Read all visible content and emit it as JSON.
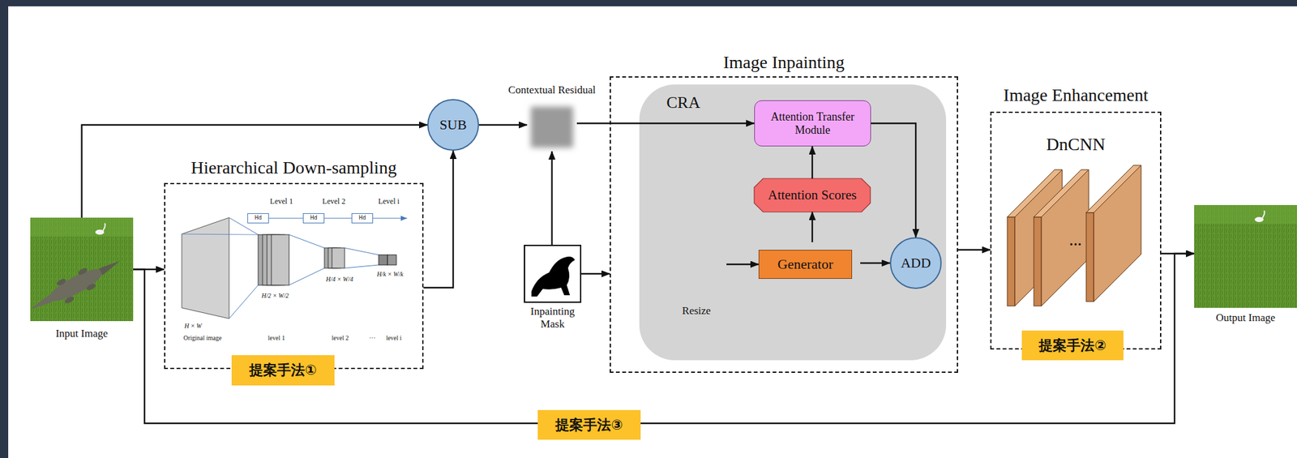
{
  "diagram": {
    "nodes": [
      {
        "text": [
          "Input Image"
        ]
      },
      {
        "text": [
          "Hierarchical Down-sampling"
        ]
      },
      {
        "text": [
          "Hd"
        ],
        "in": 1
      },
      {
        "text": [
          "Hd"
        ],
        "in": 1
      },
      {
        "text": [
          "Hd"
        ],
        "in": 1
      },
      {
        "text": [
          "提案手法①"
        ],
        "in": 1
      },
      {
        "text": [
          "SUB"
        ]
      },
      {
        "text": [
          "Contextual Residual"
        ]
      },
      {
        "text": [
          "Inpainting Mask"
        ]
      },
      {
        "text": [
          "Image Inpainting"
        ]
      },
      {
        "text": [
          "CRA"
        ],
        "in": 9
      },
      {
        "text": [
          "Attention Transfer Module"
        ],
        "in": 10
      },
      {
        "text": [
          "Attention Scores"
        ],
        "in": 10
      },
      {
        "text": [
          "Resize"
        ],
        "in": 10
      },
      {
        "text": [
          "Generator"
        ],
        "in": 10
      },
      {
        "text": [
          "ADD"
        ],
        "in": 10
      },
      {
        "text": [
          "Image Enhancement",
          "DnCNN"
        ]
      },
      {
        "text": [
          "提案手法②"
        ],
        "in": 16
      },
      {
        "text": [
          "Output Image"
        ]
      }
    ],
    "edges": [
      {
        "from": 0,
        "to": 6,
        "arrow": "to"
      },
      {
        "from": 0,
        "to": 1,
        "arrow": "to"
      },
      {
        "from": 1,
        "to": 6,
        "arrow": "to"
      },
      {
        "from": 6,
        "to": 7,
        "arrow": "to"
      },
      {
        "from": 8,
        "to": 7,
        "arrow": "to"
      },
      {
        "from": 8,
        "to": 9,
        "arrow": "to"
      },
      {
        "from": 7,
        "to": 11,
        "arrow": "to"
      },
      {
        "from": 13,
        "to": 14,
        "arrow": "to"
      },
      {
        "from": 14,
        "to": 12,
        "arrow": "to"
      },
      {
        "from": 12,
        "to": 11,
        "arrow": "to"
      },
      {
        "from": 14,
        "to": 15,
        "arrow": "to"
      },
      {
        "from": 11,
        "to": 15,
        "arrow": "to"
      },
      {
        "from": 9,
        "to": 16,
        "arrow": "to"
      },
      {
        "from": 16,
        "to": 18,
        "arrow": "to"
      },
      {
        "from": 0,
        "to": 18,
        "label": "提案手法③",
        "arrow": "to"
      },
      {
        "from": 2,
        "to": 3,
        "arrow": "none"
      },
      {
        "from": 3,
        "to": 4,
        "arrow": "none"
      }
    ],
    "labels": [
      "Level 1",
      "Level 2",
      "Level i",
      "H × W",
      "H/2 × W/2",
      "H/4 × W/4",
      "H/k × W/k",
      "Original image",
      "level 1",
      "level 2",
      "···",
      "level i",
      "···"
    ]
  }
}
